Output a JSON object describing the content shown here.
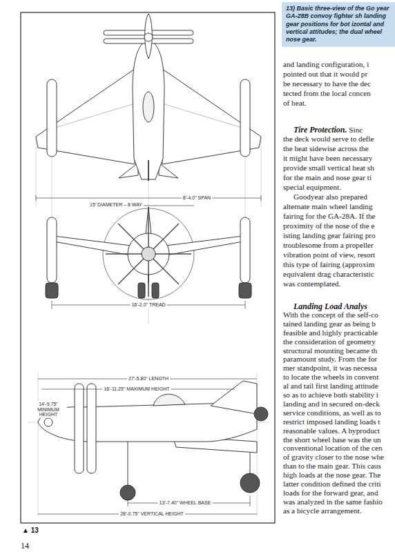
{
  "diagram": {
    "caption": "13) Basic three-view of the Go year GA-28B convoy fighter sh landing gear positions for bot izontal and vertical attitudes; the dual wheel nose gear.",
    "labels": [
      "8'-4.0\" SPAN",
      "15' DIAMETER – 8 WAY",
      "16'-2.0\" TREAD",
      "27'-5.80\" LENGTH",
      "16'-11.25\" MAXIMUM HEIGHT",
      "14'-9.75\" MINIMUM HEIGHT",
      "13'-7.40\" WHEEL BASE",
      "28'-0.75\" VERTICAL HEIGHT",
      "▲ 13",
      "14",
      "and landing configuration, i",
      "pointed out that it would pr",
      "be necessary to have the dec",
      "tected from the local concen",
      "of heat.",
      "Tire Protection.",
      "Sinc",
      "the deck would serve to defle",
      "the heat sidewise across the",
      "it might have been necessary",
      "provide small vertical heat sh",
      "for the main and nose gear ti",
      "special equipment.",
      "Goodyear also prepared",
      "alternate main wheel landing",
      "fairing for the GA-28A. If the",
      "proximity of the nose of the e",
      "isting landing gear fairing pro",
      "troublesome from a propeller",
      "vibration point of view, resort",
      "this type of fairing (approxim",
      "equivalent drag characteristic",
      "was contemplated.",
      "Landing Load Analys",
      "With the concept of the self-co",
      "tained landing gear as being b",
      "feasible and highly practicable",
      "the consideration of geometry",
      "structural mounting became th",
      "paramount study. From the for",
      "mer standpoint, it was necessa",
      "to locate the wheels in convent",
      "al and tail first landing attitude",
      "so as to achieve both stability i",
      "landing and in secured on-deck",
      "service conditions, as well as to",
      "restrict imposed landing loads t",
      "reasonable values. A byproduct",
      "the short wheel base was the un",
      "conventional location of the cen",
      "of gravity closer to the nose whe",
      "than to the main gear. This caus",
      "high loads at the nose gear. The",
      "latter condition defined the criti",
      "loads for the forward gear, and",
      "was analyzed in the same fashio",
      "as a bicycle arrangement."
    ]
  }
}
